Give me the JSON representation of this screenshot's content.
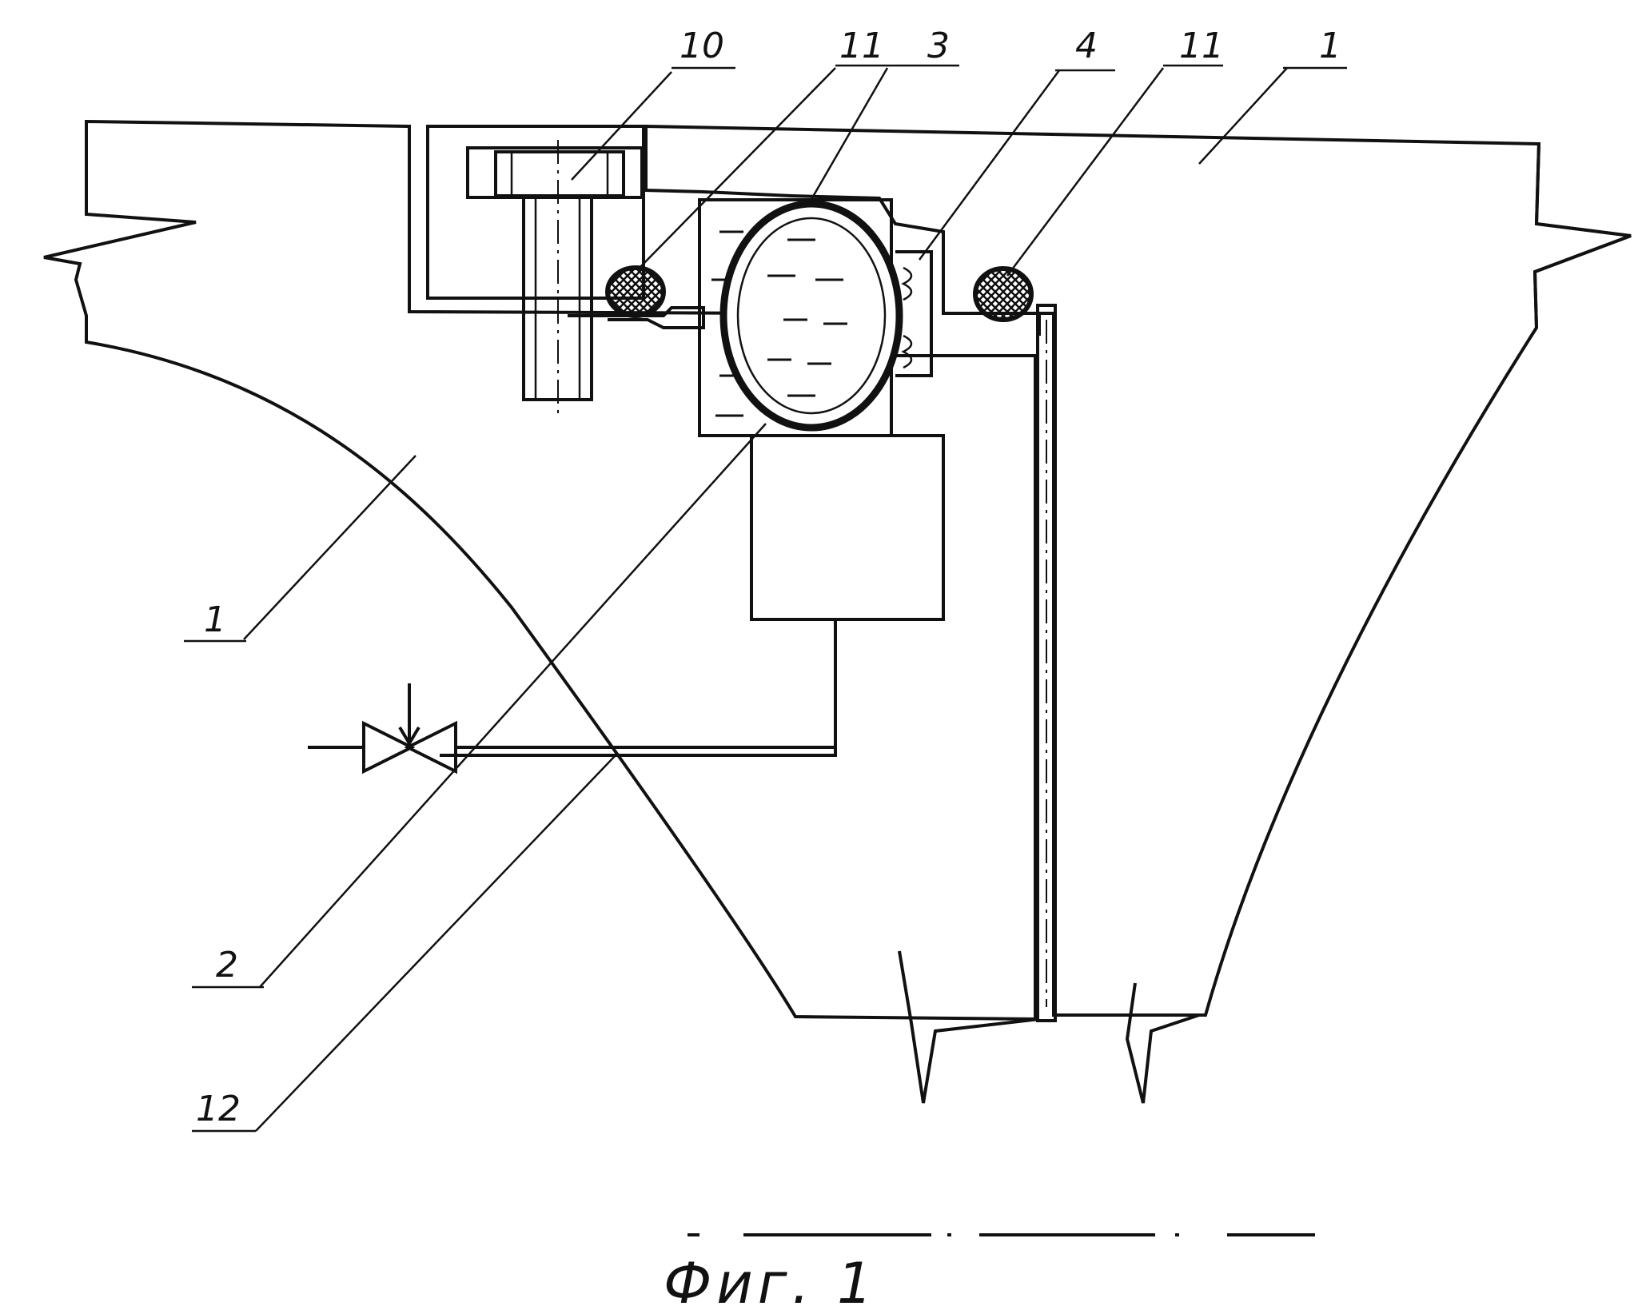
{
  "figure": {
    "caption": "Фиг. 1",
    "labels": {
      "top": [
        "10",
        "11",
        "3",
        "4",
        "11",
        "1"
      ],
      "left": [
        "1",
        "2",
        "12"
      ]
    }
  }
}
